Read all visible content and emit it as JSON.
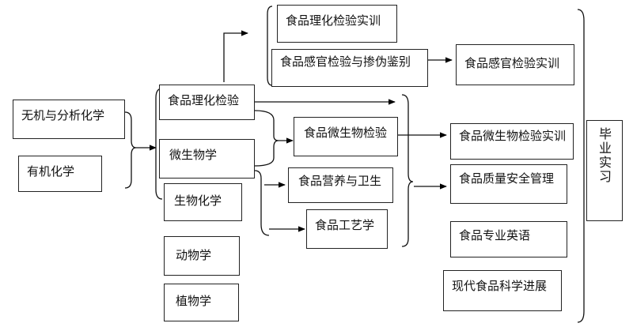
{
  "courses": {
    "inorganic_analytical": "无机与分析化学",
    "organic": "有机化学",
    "food_physchem": "食品理化检验",
    "microbiology": "微生物学",
    "biochemistry": "生物化学",
    "zoology": "动物学",
    "botany": "植物学",
    "physchem_training": "食品理化检验实训",
    "sensory_adulteration": "食品感官检验与掺伪鉴别",
    "sensory_training": "食品感官检验实训",
    "food_micro_inspection": "食品微生物检验",
    "nutrition_hygiene": "食品营养与卫生",
    "food_technology": "食品工艺学",
    "micro_training": "食品微生物检验实训",
    "quality_safety": "食品质量安全管理",
    "professional_english": "食品专业英语",
    "modern_progress": "现代食品科学进展",
    "internship": "毕业实习"
  }
}
